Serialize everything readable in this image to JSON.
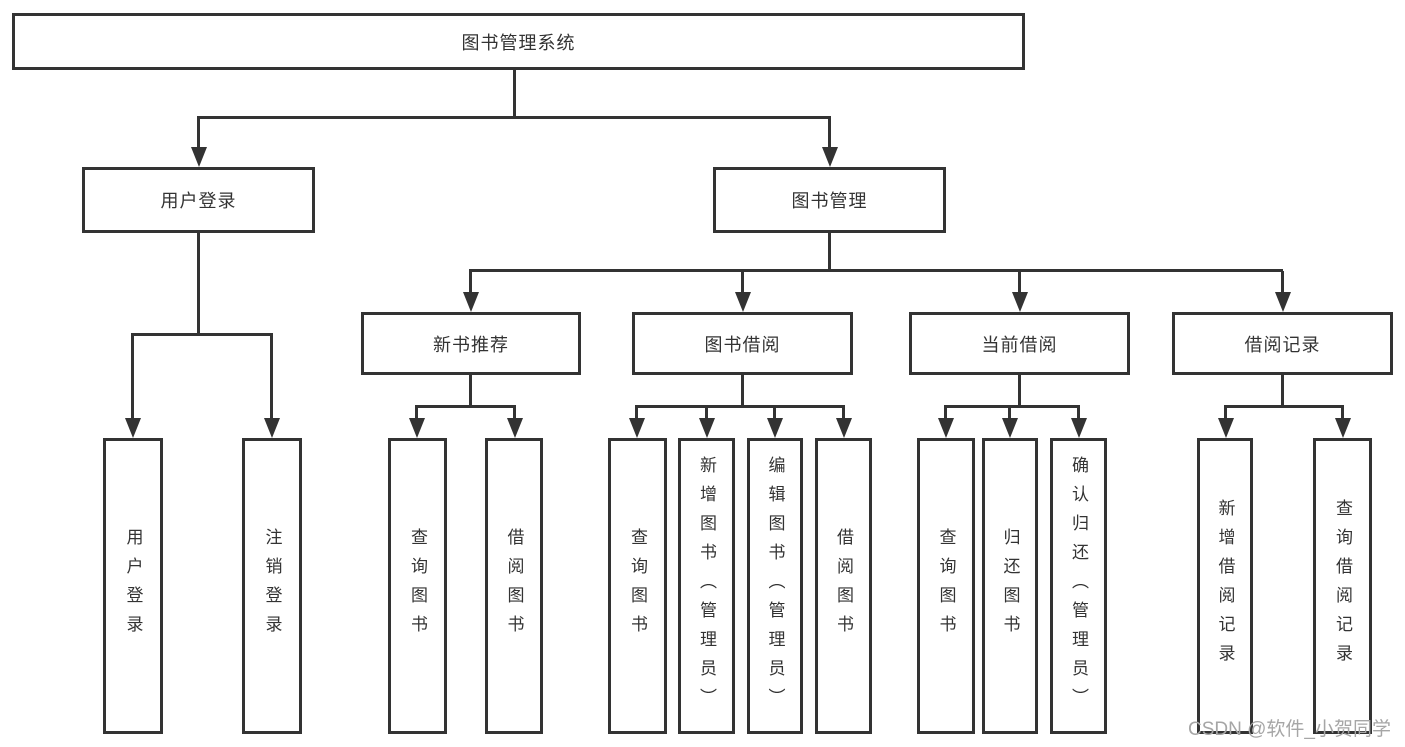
{
  "diagram_title": "图书管理系统",
  "nodes": {
    "root": "图书管理系统",
    "user_login": "用户登录",
    "book_mgmt": "图书管理",
    "login_user": "用户登录",
    "login_logout": "注销登录",
    "new_rec": "新书推荐",
    "book_borrow": "图书借阅",
    "current_borrow": "当前借阅",
    "borrow_records": "借阅记录",
    "rec_query": "查询图书",
    "rec_borrow": "借阅图书",
    "bor_query": "查询图书",
    "bor_add": "新增图书（管理员）",
    "bor_edit": "编辑图书（管理员）",
    "bor_borrow": "借阅图书",
    "cur_query": "查询图书",
    "cur_return": "归还图书",
    "cur_confirm": "确认归还（管理员）",
    "recd_add": "新增借阅记录",
    "recd_query": "查询借阅记录"
  },
  "watermark": "CSDN @软件_小贺同学",
  "colors": {
    "line": "#333333",
    "text": "#333333",
    "watermark": "#a6a6a6",
    "background": "#ffffff"
  }
}
